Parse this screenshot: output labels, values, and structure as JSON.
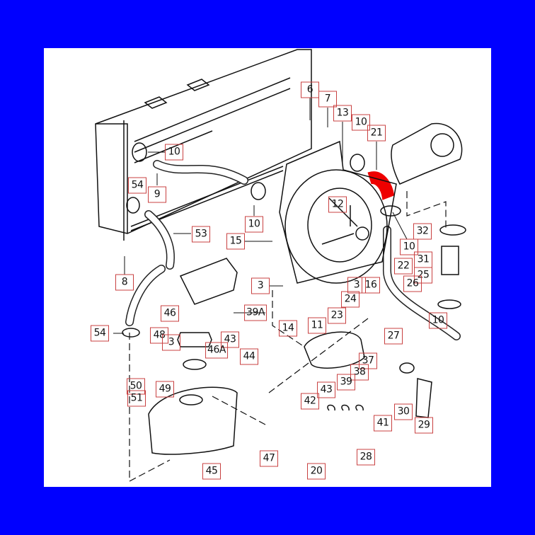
{
  "diagram": {
    "highlight_color": "#ee0000",
    "background_color": "#0000ff",
    "labels": [
      "10",
      "54",
      "9",
      "53",
      "10",
      "15",
      "8",
      "6",
      "7",
      "13",
      "10",
      "21",
      "12",
      "32",
      "10",
      "31",
      "22",
      "25",
      "26",
      "3",
      "16",
      "24",
      "23",
      "10",
      "3",
      "39A",
      "46",
      "14",
      "11",
      "27",
      "54",
      "48",
      "3",
      "43",
      "46A",
      "44",
      "37",
      "38",
      "39",
      "43",
      "42",
      "50",
      "49",
      "51",
      "41",
      "30",
      "29",
      "47",
      "45",
      "20",
      "28"
    ]
  }
}
